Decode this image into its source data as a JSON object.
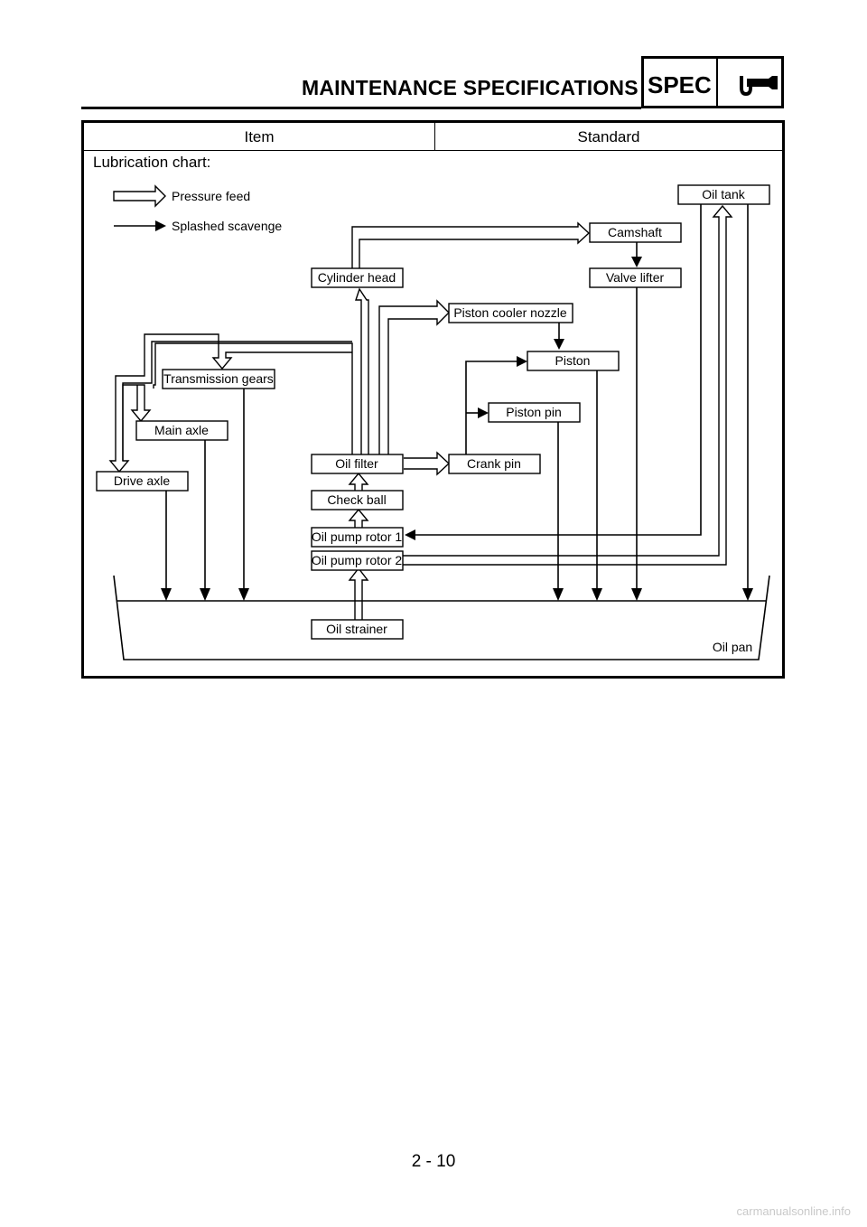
{
  "header": {
    "title": "MAINTENANCE SPECIFICATIONS",
    "badge": "SPEC"
  },
  "table": {
    "col_item": "Item",
    "col_standard": "Standard",
    "row_label": "Lubrication chart:"
  },
  "legend": {
    "pressure_feed": "Pressure feed",
    "splashed_scavenge": "Splashed scavenge"
  },
  "components": {
    "oil_tank": "Oil tank",
    "camshaft": "Camshaft",
    "cylinder_head": "Cylinder head",
    "valve_lifter": "Valve lifter",
    "piston_cooler_nozzle": "Piston cooler nozzle",
    "piston": "Piston",
    "transmission_gears": "Transmission gears",
    "piston_pin": "Piston pin",
    "main_axle": "Main axle",
    "oil_filter": "Oil filter",
    "crank_pin": "Crank pin",
    "drive_axle": "Drive axle",
    "check_ball": "Check ball",
    "oil_pump_rotor_1": "Oil pump rotor 1",
    "oil_pump_rotor_2": "Oil pump rotor 2",
    "oil_strainer": "Oil strainer",
    "oil_pan": "Oil pan"
  },
  "footer": {
    "page_number": "2 - 10",
    "watermark": "carmanualsonline.info"
  }
}
